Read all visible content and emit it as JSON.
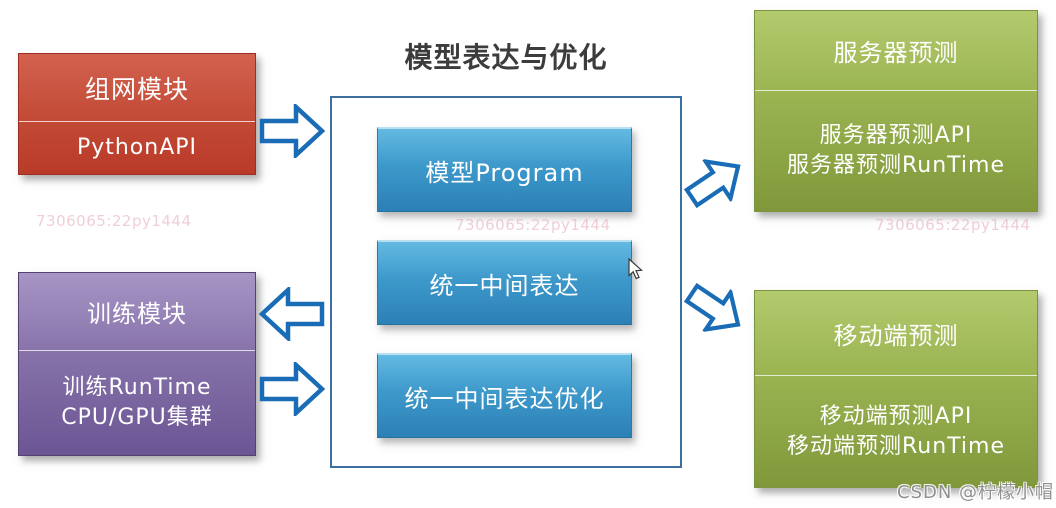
{
  "title": "模型表达与优化",
  "modules": {
    "network": {
      "title": "组网模块",
      "body": [
        "PythonAPI"
      ]
    },
    "training": {
      "title": "训练模块",
      "body": [
        "训练RunTime",
        "CPU/GPU集群"
      ]
    },
    "server": {
      "title": "服务器预测",
      "body": [
        "服务器预测API",
        "服务器预测RunTime"
      ]
    },
    "mobile": {
      "title": "移动端预测",
      "body": [
        "移动端预测API",
        "移动端预测RunTime"
      ]
    }
  },
  "pipeline": {
    "items": [
      "模型Program",
      "统一中间表达",
      "统一中间表达优化"
    ]
  },
  "arrows": [
    {
      "from": "network",
      "to": "pipeline",
      "direction": "right"
    },
    {
      "from": "pipeline",
      "to": "training",
      "direction": "left"
    },
    {
      "from": "training",
      "to": "pipeline",
      "direction": "right"
    },
    {
      "from": "pipeline",
      "to": "server",
      "direction": "up-right"
    },
    {
      "from": "pipeline",
      "to": "mobile",
      "direction": "down-right"
    }
  ],
  "watermarks": {
    "code": "7306065:22py1444",
    "csdn": "CSDN @柠檬小帽"
  },
  "colors": {
    "network_box": "#c24a36",
    "training_box": "#8672a9",
    "pipeline_box": "#3e99cb",
    "prediction_box": "#9cb553",
    "arrow_outline": "#1a6cb6",
    "container_border": "#3c6f9f",
    "title_text": "#3c3c3c",
    "watermark_pink": "#e0a0ad",
    "watermark_gray": "#8f8f8f"
  }
}
